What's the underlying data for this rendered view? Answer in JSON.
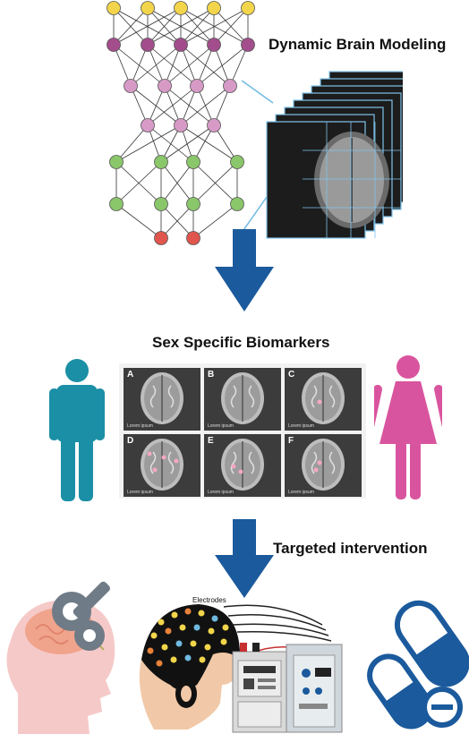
{
  "titles": {
    "top": "Dynamic Brain Modeling",
    "middle": "Sex Specific Biomarkers",
    "bottom": "Targeted intervention"
  },
  "panels": [
    "A",
    "B",
    "C",
    "D",
    "E",
    "F"
  ],
  "panel_caption": "Lorem ipsum",
  "eeg_label": "Electrodes",
  "colors": {
    "arrow": "#1b5a9c",
    "male": "#1a8fa6",
    "female": "#d9549e",
    "node_yellow": "#f2d54a",
    "node_purple": "#a34d8c",
    "node_pink": "#d79ac7",
    "node_green": "#8ac66a",
    "node_red": "#e0564d",
    "pill": "#1b5a9c"
  },
  "icons": [
    "male-figure-icon",
    "female-figure-icon",
    "head-wind-up-key-icon",
    "eeg-cap-icon",
    "stimulator-device-icon",
    "pills-icon",
    "down-arrow-icon"
  ]
}
